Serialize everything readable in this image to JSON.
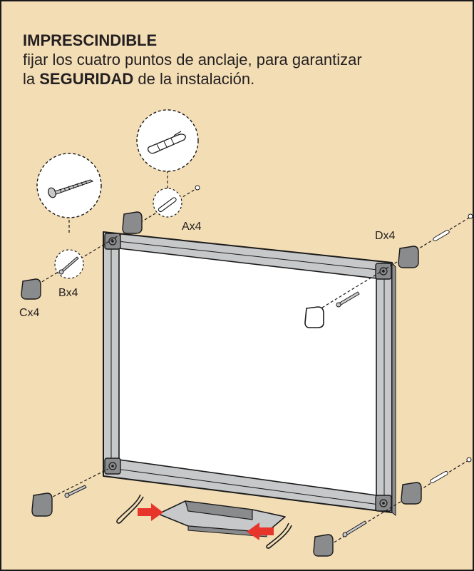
{
  "instruction": {
    "heading": "IMPRESCINDIBLE",
    "line1": "fijar los cuatro puntos de anclaje, para garantizar",
    "line2_prefix": "la ",
    "line2_emphasis": "SEGURIDAD",
    "line2_suffix": " de la instalación."
  },
  "parts": {
    "a": "Ax4",
    "b": "Bx4",
    "c": "Cx4",
    "d": "Dx4"
  },
  "colors": {
    "background": "#f3ddb5",
    "frame": "#c7c8ca",
    "corner_cap": "#8a8b8d",
    "arrow": "#e8352b",
    "outline": "#1a1a1a"
  }
}
